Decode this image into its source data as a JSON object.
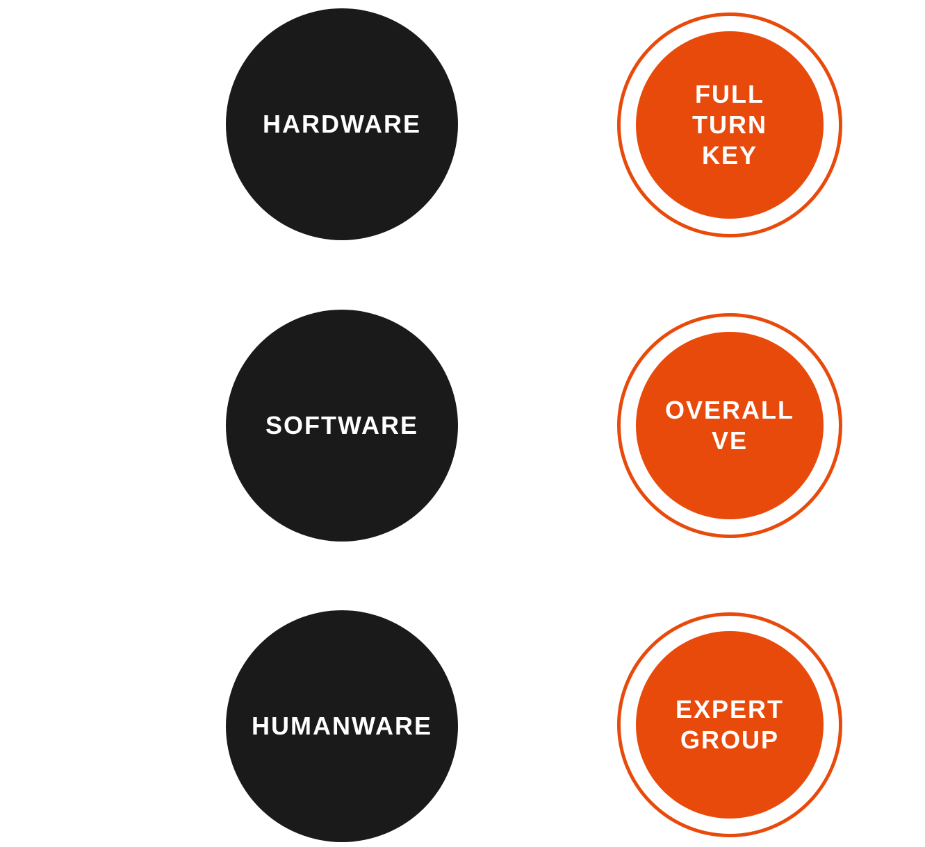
{
  "colors": {
    "dark_circle": "#1a1a1a",
    "accent": "#e84a0c",
    "text": "#ffffff",
    "background": "#ffffff"
  },
  "left_items": [
    {
      "label": "HARDWARE"
    },
    {
      "label": "SOFTWARE"
    },
    {
      "label": "HUMANWARE"
    }
  ],
  "right_items": [
    {
      "label": "FULL\nTURN\nKEY"
    },
    {
      "label": "OVERALL\nVE"
    },
    {
      "label": "EXPERT\nGROUP"
    }
  ]
}
